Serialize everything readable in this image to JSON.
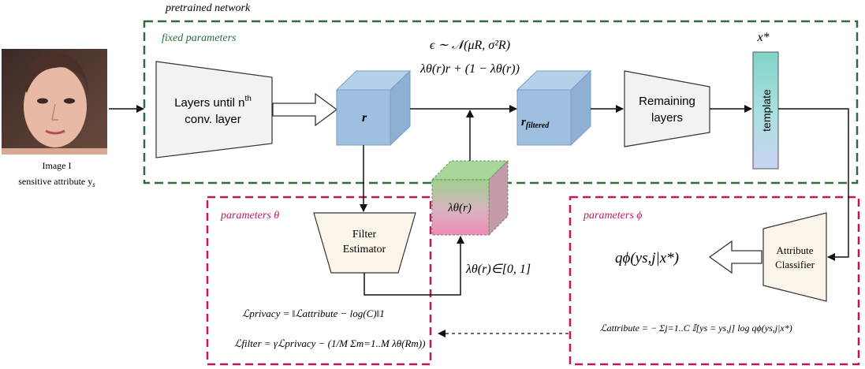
{
  "header": {
    "pretrained_label": "pretrained network"
  },
  "regions": {
    "fixed_label": "fixed parameters",
    "theta_label": "parameters  θ",
    "phi_label": "parameters  ϕ"
  },
  "input": {
    "caption_line1": "Image I",
    "caption_line2": "sensitive attribute y",
    "caption_line2_sub": "s"
  },
  "blocks": {
    "layers_line1": "Layers until n",
    "layers_sup": "th",
    "layers_line2": "conv. layer",
    "r_label": "r",
    "r_filtered_label": "r",
    "r_filtered_sub": "filtered",
    "remaining_line1": "Remaining",
    "remaining_line2": "layers",
    "template_label": "template",
    "template_sup": "x*",
    "lambda_cube_label": "λθ(r)",
    "filter_line1": "Filter",
    "filter_line2": "Estimator",
    "classifier_line1": "Attribute",
    "classifier_line2": "Classifier"
  },
  "equations": {
    "noise": "ϵ ∼ 𝒩(μR, σ²R)",
    "mix": "λθ(r)r + (1 − λθ(r))",
    "lambda_range": "λθ(r)∈[0, 1]",
    "output": "qϕ(ys,j|x*)",
    "l_privacy": "ℒprivacy = ‖ℒattribute − log(C)‖1",
    "l_filter": "ℒfilter = γℒprivacy − (1/M Σm=1..M λθ(Rm))",
    "l_attribute": "ℒattribute = − Σj=1..C 𝕀[ys = ys,j] log qϕ(ys,j|x*)"
  },
  "colors": {
    "fixed_border": "#2e6b3f",
    "param_border": "#c2185b",
    "cube_blue": "#9fbfe0",
    "trapezoid_fill": "#f2f2f2",
    "filter_fill": "#fbf4e8"
  }
}
